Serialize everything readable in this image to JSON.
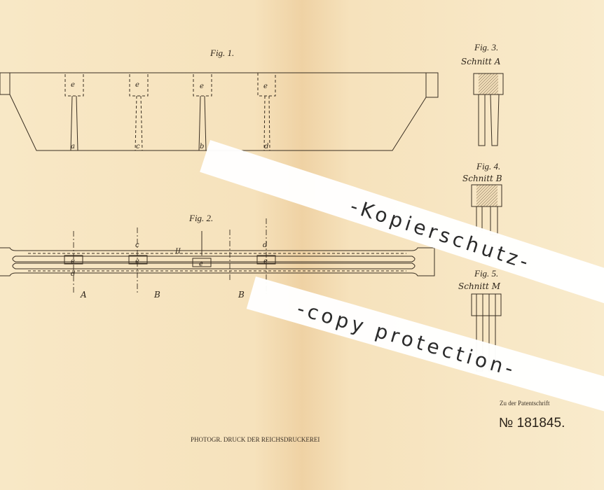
{
  "figures": {
    "fig1": {
      "title": "Fig. 1.",
      "top_labels": [
        "e",
        "e",
        "e",
        "e"
      ],
      "bottom_labels": [
        "a",
        "c",
        "b",
        "d"
      ]
    },
    "fig2": {
      "title": "Fig. 2.",
      "labels": [
        "e",
        "e",
        "e",
        "e",
        "c",
        "d",
        "d",
        "II"
      ],
      "section_labels": [
        "A",
        "B",
        "B"
      ]
    },
    "fig3": {
      "title": "Fig. 3.",
      "caption": "Schnitt A"
    },
    "fig4": {
      "title": "Fig. 4.",
      "caption": "Schnitt B"
    },
    "fig5": {
      "title": "Fig. 5.",
      "caption": "Schnitt M"
    }
  },
  "footer": {
    "printer": "PHOTOGR. DRUCK DER REICHSDRUCKEREI",
    "patent_note": "Zu der Patentschrift",
    "patent_number": "№ 181845."
  },
  "watermark": {
    "line1": "-Kopierschutz-",
    "line2": "-copy protection-"
  }
}
